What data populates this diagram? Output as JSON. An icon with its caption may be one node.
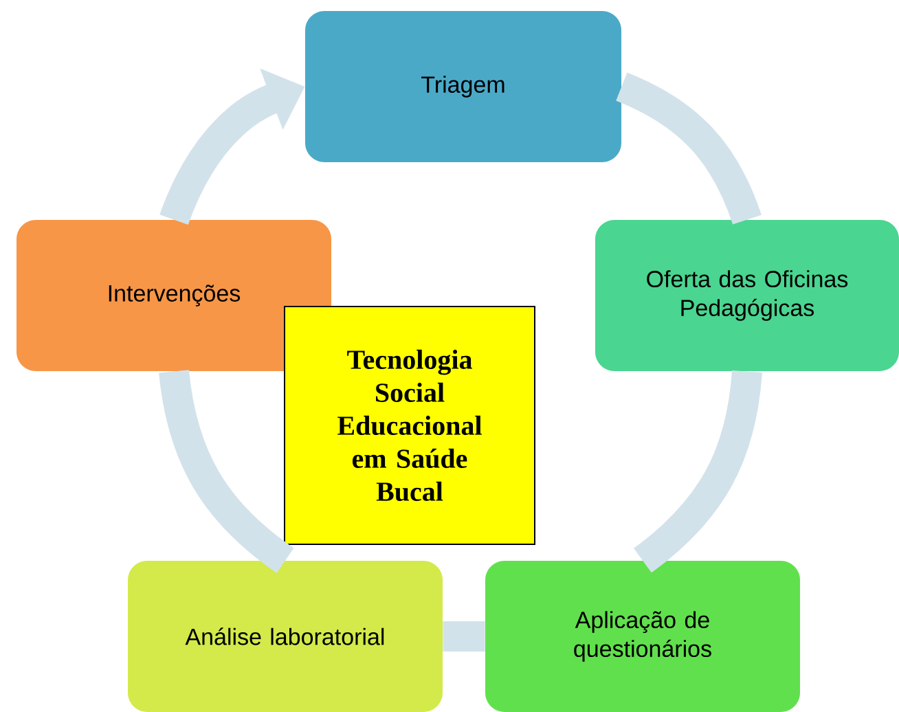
{
  "diagram": {
    "nodes": [
      {
        "text": [
          "Triagem"
        ]
      },
      {
        "text": [
          "Oferta das Oficinas Pedagógicas"
        ]
      },
      {
        "text": [
          "Aplicação de questionários"
        ]
      },
      {
        "text": [
          "Análise laboratorial"
        ]
      },
      {
        "text": [
          "Intervenções"
        ]
      },
      {
        "text": [
          "Tecnologia Social Educacional em Saúde Bucal"
        ]
      }
    ],
    "edges": [
      {
        "from": 0,
        "to": 1,
        "arrow": "none"
      },
      {
        "from": 1,
        "to": 2,
        "arrow": "none"
      },
      {
        "from": 2,
        "to": 3,
        "arrow": "none"
      },
      {
        "from": 3,
        "to": 4,
        "arrow": "none"
      },
      {
        "from": 4,
        "to": 0,
        "arrow": "to"
      }
    ]
  }
}
